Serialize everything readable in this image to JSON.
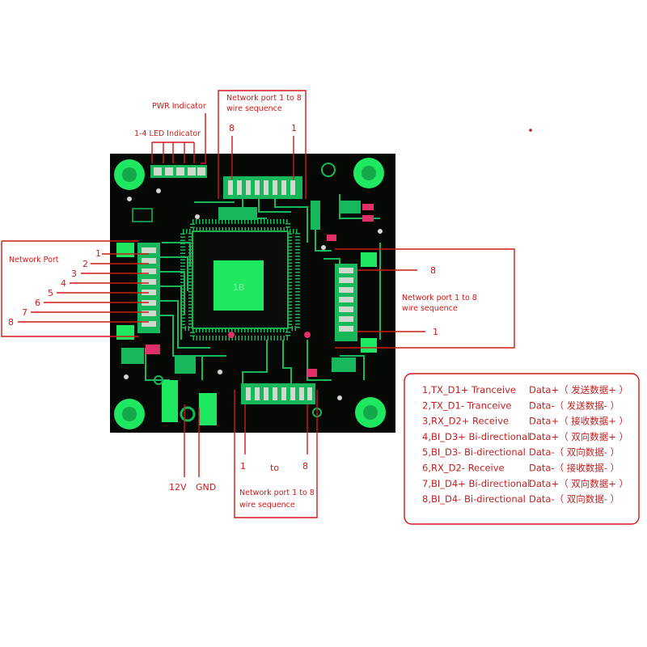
{
  "labels": {
    "pwr_indicator": "PWR Indicator",
    "led_indicator": "1-4 LED Indicator",
    "top_port_line1": "Network port 1 to 8",
    "top_port_line2": "wire sequence",
    "top_pin_8": "8",
    "top_pin_1": "1",
    "left_port": "Network Port",
    "left_pins": [
      "1",
      "2",
      "3",
      "4",
      "5",
      "6",
      "7",
      "8"
    ],
    "right_port_line1": "Network port 1 to 8",
    "right_port_line2": "wire sequence",
    "right_pin_8": "8",
    "right_pin_1": "1",
    "bottom_pin_1": "1",
    "bottom_to": "to",
    "bottom_pin_8": "8",
    "bottom_port_line1": "Network port 1 to 8",
    "bottom_port_line2": "wire sequence",
    "power_12v": "12V",
    "ground": "GND",
    "chip_mark": "1B"
  },
  "legend": [
    {
      "name": "1,TX_D1+ Tranceive",
      "data": "Data+（ 发送数据+ ）"
    },
    {
      "name": "2,TX_D1- Tranceive",
      "data": "Data-（ 发送数据- ）"
    },
    {
      "name": "3,RX_D2+ Receive",
      "data": "Data+（ 接收数据+ ）"
    },
    {
      "name": "4,BI_D3+ Bi-directional",
      "data": "Data+（ 双向数据+ ）"
    },
    {
      "name": "5,BI_D3- Bi-directional",
      "data": "Data-（ 双向数据- ）"
    },
    {
      "name": "6,RX_D2- Receive",
      "data": "Data-（ 接收数据- ）"
    },
    {
      "name": "7,BI_D4+ Bi-directional",
      "data": "Data+（ 双向数据+ ）"
    },
    {
      "name": "8,BI_D4- Bi-directional",
      "data": "Data-（ 双向数据- ）"
    }
  ],
  "colors": {
    "board": "#060806",
    "copper": "#17b85c",
    "bright": "#1ee860",
    "annotation": "#d01818",
    "pad": "#cfd8cc"
  }
}
